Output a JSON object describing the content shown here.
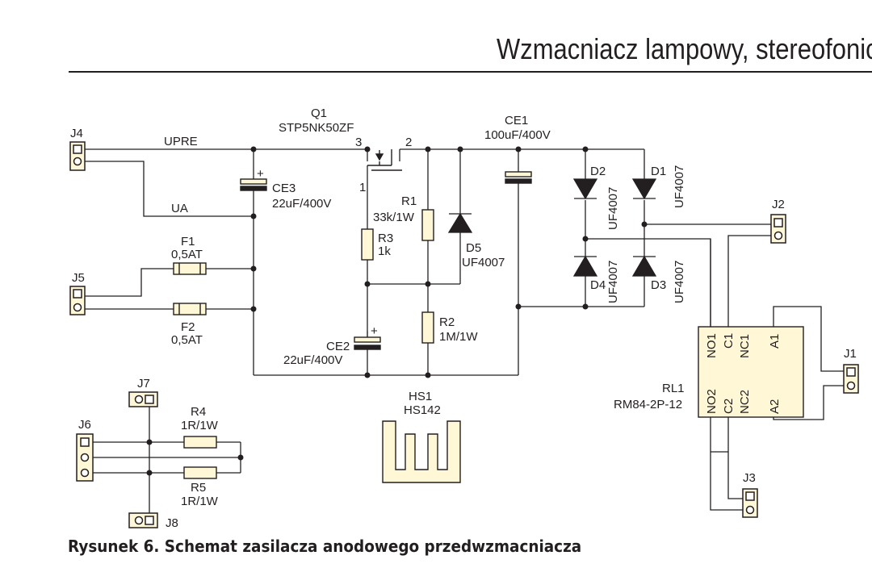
{
  "header": {
    "title": "Wzmacniacz lampowy, stereofonicz"
  },
  "caption": "Rysunek 6. Schemat zasilacza anodowego przedwzmacniacza",
  "schematic": {
    "connectors": {
      "j1": "J1",
      "j2": "J2",
      "j3": "J3",
      "j4": "J4",
      "j5": "J5",
      "j6": "J6",
      "j7": "J7",
      "j8": "J8"
    },
    "nets": {
      "upre": "UPRE",
      "ua": "UA"
    },
    "q1": {
      "ref": "Q1",
      "value": "STP5NK50ZF",
      "pin3": "3",
      "pin2": "2",
      "pin1": "1"
    },
    "ce1": {
      "ref": "CE1",
      "value": "100uF/400V"
    },
    "ce2": {
      "ref": "CE2",
      "value": "22uF/400V"
    },
    "ce3": {
      "ref": "CE3",
      "value": "22uF/400V"
    },
    "f1": {
      "ref": "F1",
      "value": "0,5AT"
    },
    "f2": {
      "ref": "F2",
      "value": "0,5AT"
    },
    "r1": {
      "ref": "R1",
      "value": "33k/1W"
    },
    "r2": {
      "ref": "R2",
      "value": "1M/1W"
    },
    "r3": {
      "ref": "R3",
      "value": "1k"
    },
    "r4": {
      "ref": "R4",
      "value": "1R/1W"
    },
    "r5": {
      "ref": "R5",
      "value": "1R/1W"
    },
    "d1": {
      "ref": "D1",
      "value": "UF4007"
    },
    "d2": {
      "ref": "D2",
      "value": "UF4007"
    },
    "d3": {
      "ref": "D3",
      "value": "UF4007"
    },
    "d4": {
      "ref": "D4",
      "value": "UF4007"
    },
    "d5": {
      "ref": "D5",
      "value": "UF4007"
    },
    "hs1": {
      "ref": "HS1",
      "value": "HS142"
    },
    "rl1": {
      "ref": "RL1",
      "value": "RM84-2P-12",
      "pins": {
        "no1": "NO1",
        "c1": "C1",
        "nc1": "NC1",
        "a1": "A1",
        "no2": "NO2",
        "c2": "C2",
        "nc2": "NC2",
        "a2": "A2"
      }
    },
    "plus": "+",
    "colors": {
      "ink": "#231f20",
      "component_fill": "#fff7d6",
      "background": "#ffffff"
    }
  }
}
